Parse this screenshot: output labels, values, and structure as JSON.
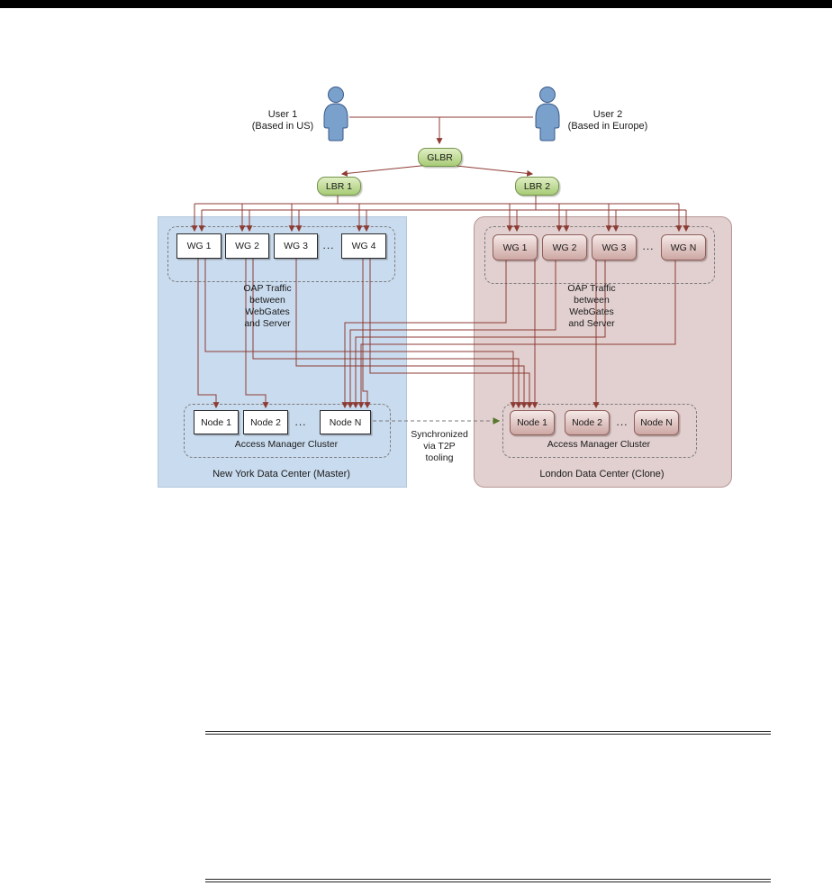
{
  "diagram": {
    "users": {
      "user1": {
        "name": "User 1",
        "location": "(Based in US)"
      },
      "user2": {
        "name": "User 2",
        "location": "(Based in Europe)"
      }
    },
    "load_balancers": {
      "glbr": "GLBR",
      "lbr1": "LBR 1",
      "lbr2": "LBR 2"
    },
    "ny": {
      "title": "New York Data Center (Master)",
      "webgates": [
        "WG 1",
        "WG 2",
        "WG 3",
        "WG 4"
      ],
      "ellipsis": "...",
      "oap_label": "OAP Traffic\nbetween\nWebGates\nand Server",
      "nodes": [
        "Node 1",
        "Node 2",
        "Node N"
      ],
      "nodes_ellipsis": "...",
      "cluster_label": "Access Manager Cluster"
    },
    "london": {
      "title": "London Data Center (Clone)",
      "webgates": [
        "WG 1",
        "WG 2",
        "WG 3",
        "WG N"
      ],
      "ellipsis": "...",
      "oap_label": "OAP Traffic\nbetween\nWebGates\nand Server",
      "nodes": [
        "Node 1",
        "Node 2",
        "Node N"
      ],
      "nodes_ellipsis": "...",
      "cluster_label": "Access Manager Cluster"
    },
    "sync_label": "Synchronized\nvia T2P\ntooling",
    "colors": {
      "connector_line": "#8e3b34",
      "green_box": "#a7cb76",
      "ny_region_fill": "#c9dbee",
      "london_region_fill": "#e1d0cf",
      "sync_arrow": "#55772b",
      "user_icon": "#7aa0cc"
    }
  }
}
